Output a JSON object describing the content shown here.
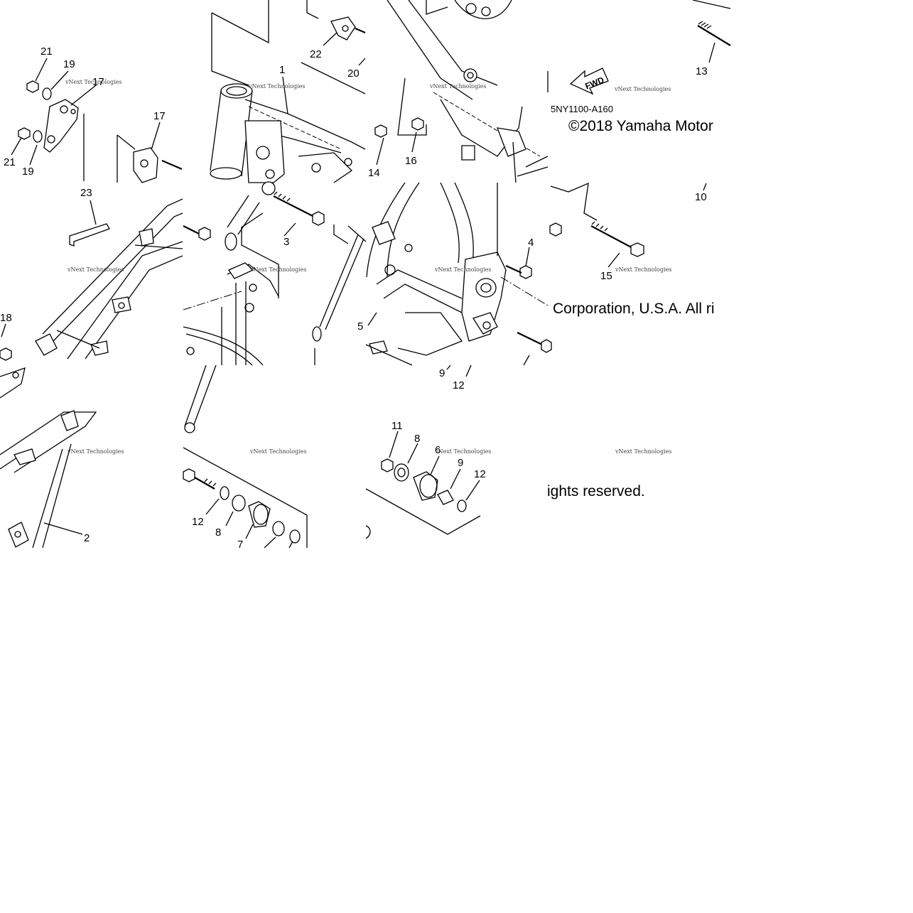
{
  "diagram": {
    "diagram_code": "5NY1100-A160",
    "copyright_line_1": "©2018 Yamaha Motor",
    "copyright_line_2": "Corporation, U.S.A. All ri",
    "copyright_line_3": "ights reserved.",
    "watermark": "vNext Technologies",
    "direction_label": "FWD",
    "callouts": {
      "c1": "1",
      "c2": "2",
      "c3": "3",
      "c4": "4",
      "c5": "5",
      "c6": "6",
      "c7": "7",
      "c8a": "8",
      "c8b": "8",
      "c9a": "9",
      "c9b": "9",
      "c10": "10",
      "c11": "11",
      "c12a": "12",
      "c12b": "12",
      "c12c": "12",
      "c13": "13",
      "c14": "14",
      "c15": "15",
      "c16": "16",
      "c17a": "17",
      "c17b": "17",
      "c18": "18",
      "c19a": "19",
      "c19b": "19",
      "c20": "20",
      "c21a": "21",
      "c21b": "21",
      "c22": "22",
      "c23": "23"
    }
  }
}
